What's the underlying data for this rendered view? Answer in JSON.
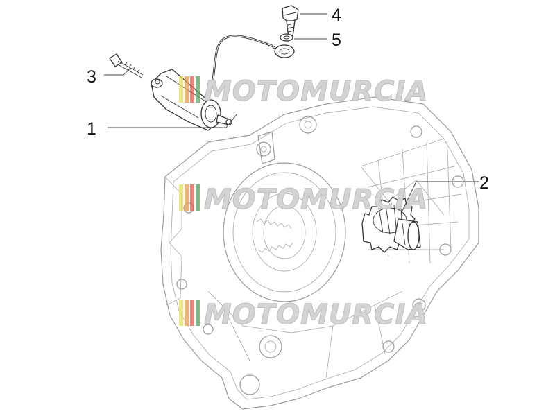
{
  "callouts": [
    {
      "id": "1",
      "label": "1"
    },
    {
      "id": "2",
      "label": "2"
    },
    {
      "id": "3",
      "label": "3"
    },
    {
      "id": "4",
      "label": "4"
    },
    {
      "id": "5",
      "label": "5"
    }
  ],
  "watermark": {
    "text": "MOTOMURCIA",
    "stripe_colors": [
      "#e8dd57",
      "#e79a4a",
      "#e35b4f",
      "#5aa35c"
    ],
    "text_color": "#d4d4d4"
  }
}
